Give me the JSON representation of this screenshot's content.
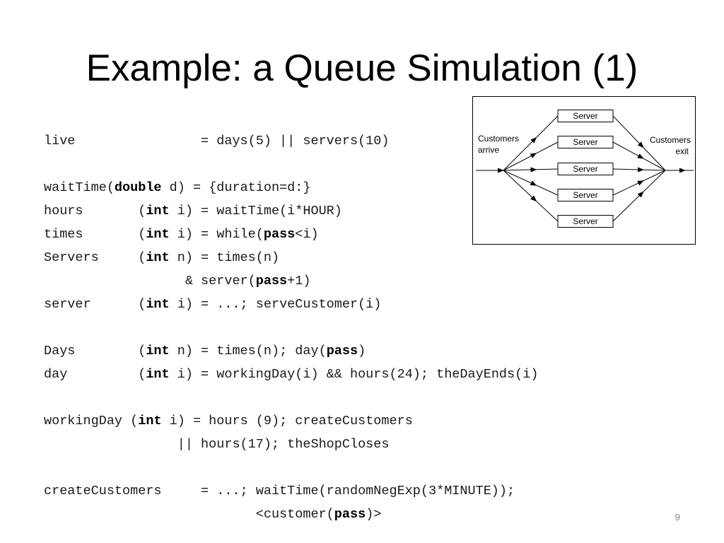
{
  "slide": {
    "title": "Example: a Queue Simulation (1)",
    "page_number": "9"
  },
  "code_lines": [
    [
      {
        "t": "live                = days(5) || servers(10)"
      }
    ],
    [],
    [
      {
        "t": "waitTime("
      },
      {
        "t": "double",
        "b": true
      },
      {
        "t": " d) = {duration=d:}"
      }
    ],
    [
      {
        "t": "hours       ("
      },
      {
        "t": "int",
        "b": true
      },
      {
        "t": " i) = waitTime(i*HOUR)"
      }
    ],
    [
      {
        "t": "times       ("
      },
      {
        "t": "int",
        "b": true
      },
      {
        "t": " i) = while("
      },
      {
        "t": "pass",
        "b": true
      },
      {
        "t": "<i)"
      }
    ],
    [
      {
        "t": "Servers     ("
      },
      {
        "t": "int",
        "b": true
      },
      {
        "t": " n) = times(n)"
      }
    ],
    [
      {
        "t": "                  & server("
      },
      {
        "t": "pass",
        "b": true
      },
      {
        "t": "+1)"
      }
    ],
    [
      {
        "t": "server      ("
      },
      {
        "t": "int",
        "b": true
      },
      {
        "t": " i) = ...; serveCustomer(i)"
      }
    ],
    [],
    [
      {
        "t": "Days        ("
      },
      {
        "t": "int",
        "b": true
      },
      {
        "t": " n) = times(n); day("
      },
      {
        "t": "pass",
        "b": true
      },
      {
        "t": ")"
      }
    ],
    [
      {
        "t": "day         ("
      },
      {
        "t": "int",
        "b": true
      },
      {
        "t": " i) = workingDay(i) && hours(24); theDayEnds(i)"
      }
    ],
    [],
    [
      {
        "t": "workingDay ("
      },
      {
        "t": "int",
        "b": true
      },
      {
        "t": " i) = hours (9); createCustomers"
      }
    ],
    [
      {
        "t": "                 || hours(17); theShopCloses"
      }
    ],
    [],
    [
      {
        "t": "createCustomers     = ...; waitTime(randomNegExp(3*MINUTE));"
      }
    ],
    [
      {
        "t": "                           <customer("
      },
      {
        "t": "pass",
        "b": true
      },
      {
        "t": ")>"
      }
    ]
  ],
  "figure": {
    "left_label": [
      "Customers",
      "arrive"
    ],
    "right_label": [
      "Customers",
      "exit"
    ],
    "servers": [
      "Server",
      "Server",
      "Server",
      "Server",
      "Server"
    ]
  }
}
